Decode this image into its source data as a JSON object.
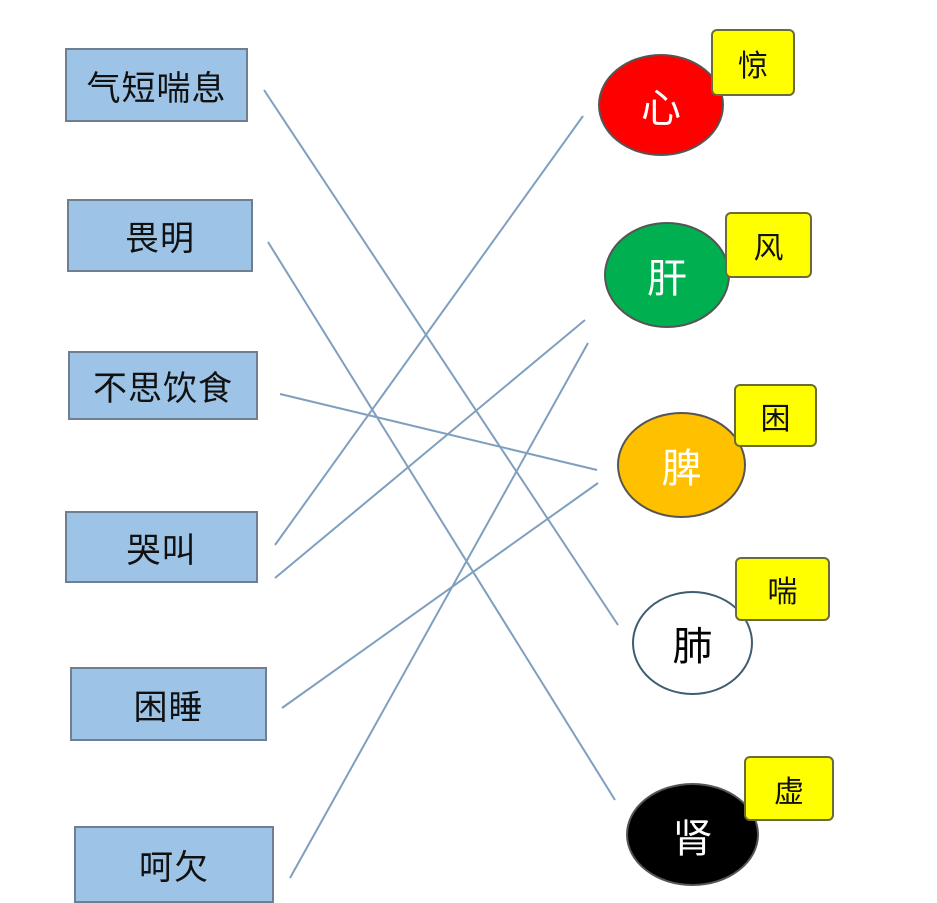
{
  "symptoms": [
    {
      "label": "气短喘息"
    },
    {
      "label": "畏明"
    },
    {
      "label": "不思饮食"
    },
    {
      "label": "哭叫"
    },
    {
      "label": "困睡"
    },
    {
      "label": "呵欠"
    }
  ],
  "organs": [
    {
      "label": "心",
      "color": "#ff0000",
      "text_color": "#ffffff",
      "tag": "惊"
    },
    {
      "label": "肝",
      "color": "#00b050",
      "text_color": "#ffffff",
      "tag": "风"
    },
    {
      "label": "脾",
      "color": "#ffc000",
      "text_color": "#ffffff",
      "tag": "困"
    },
    {
      "label": "肺",
      "color": "#ffffff",
      "text_color": "#000000",
      "tag": "喘"
    },
    {
      "label": "肾",
      "color": "#000000",
      "text_color": "#ffffff",
      "tag": "虚"
    }
  ],
  "connections": [
    {
      "from": "气短喘息",
      "to": "肺"
    },
    {
      "from": "畏明",
      "to": "肾"
    },
    {
      "from": "不思饮食",
      "to": "脾"
    },
    {
      "from": "哭叫",
      "to": "心"
    },
    {
      "from": "哭叫",
      "to": "肝"
    },
    {
      "from": "困睡",
      "to": "脾"
    },
    {
      "from": "呵欠",
      "to": "肝"
    }
  ],
  "colors": {
    "line": "#7f9fbf",
    "box_fill": "#9dc3e6",
    "tag_fill": "#ffff00"
  }
}
